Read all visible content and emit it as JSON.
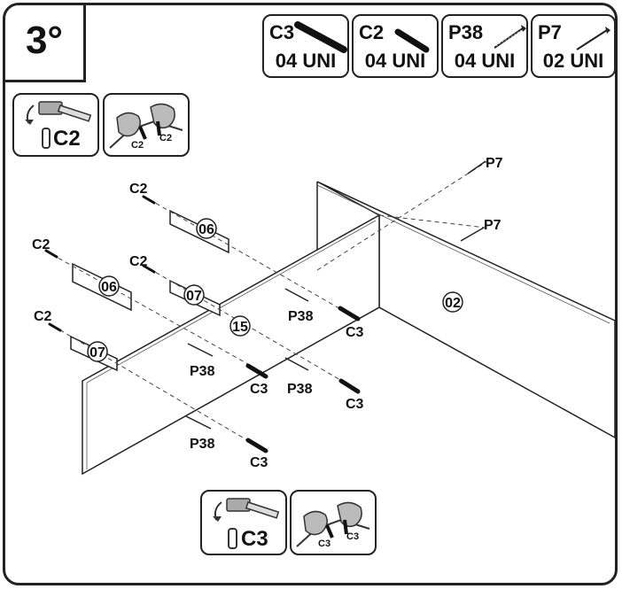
{
  "step": {
    "label": "3°"
  },
  "parts": [
    {
      "code": "C3",
      "qty": "04 UNI",
      "icon": "dowel-large-icon"
    },
    {
      "code": "C2",
      "qty": "04 UNI",
      "icon": "dowel-small-icon"
    },
    {
      "code": "P38",
      "qty": "04 UNI",
      "icon": "screw-icon"
    },
    {
      "code": "P7",
      "qty": "02 UNI",
      "icon": "nail-icon"
    }
  ],
  "tools": {
    "top": {
      "label": "C2",
      "icons": [
        "hammer-icon",
        "hand-insert-icon"
      ]
    },
    "bottom": {
      "label": "C3",
      "icons": [
        "hammer-icon",
        "hand-insert-icon"
      ]
    }
  },
  "panels": {
    "main": "15",
    "side": "02",
    "rail_a": "06",
    "rail_b": "06",
    "rail_c": "07",
    "rail_d": "07"
  },
  "callouts": {
    "c2": "C2",
    "c3": "C3",
    "p38": "P38",
    "p7": "P7"
  }
}
